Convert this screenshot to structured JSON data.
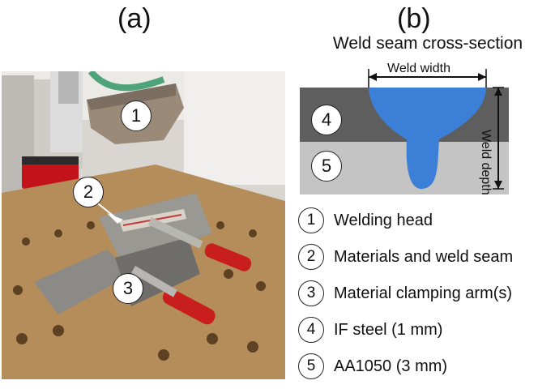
{
  "panels": {
    "a_label": "(a)",
    "b_label": "(b)"
  },
  "diagram": {
    "title": "Weld seam cross-section",
    "weld_width_label": "Weld width",
    "weld_depth_label": "Weld depth",
    "layer_top_num": "4",
    "layer_bottom_num": "5",
    "colors": {
      "top_layer": "#5e5e5e",
      "bottom_layer": "#c4c4c4",
      "weld": "#3b7fd6"
    }
  },
  "photo_markers": [
    "1",
    "2",
    "3"
  ],
  "legend": [
    {
      "num": "1",
      "text": "Welding head"
    },
    {
      "num": "2",
      "text": "Materials and weld seam"
    },
    {
      "num": "3",
      "text": "Material clamping arm(s)"
    },
    {
      "num": "4",
      "text": "IF steel (1 mm)"
    },
    {
      "num": "5",
      "text": "AA1050 (3 mm)"
    }
  ]
}
